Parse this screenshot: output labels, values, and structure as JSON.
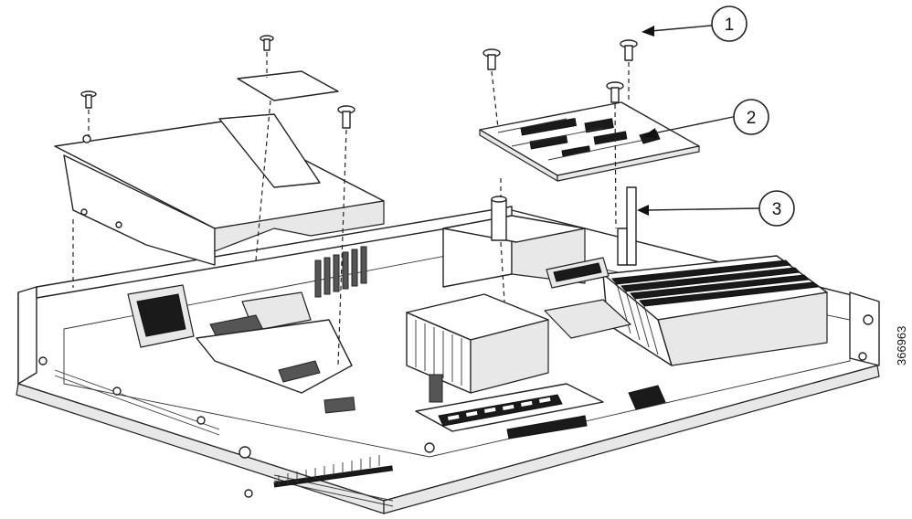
{
  "figure": {
    "figure_id": "366963",
    "callouts": [
      {
        "label": "1"
      },
      {
        "label": "2"
      },
      {
        "label": "3"
      }
    ]
  }
}
